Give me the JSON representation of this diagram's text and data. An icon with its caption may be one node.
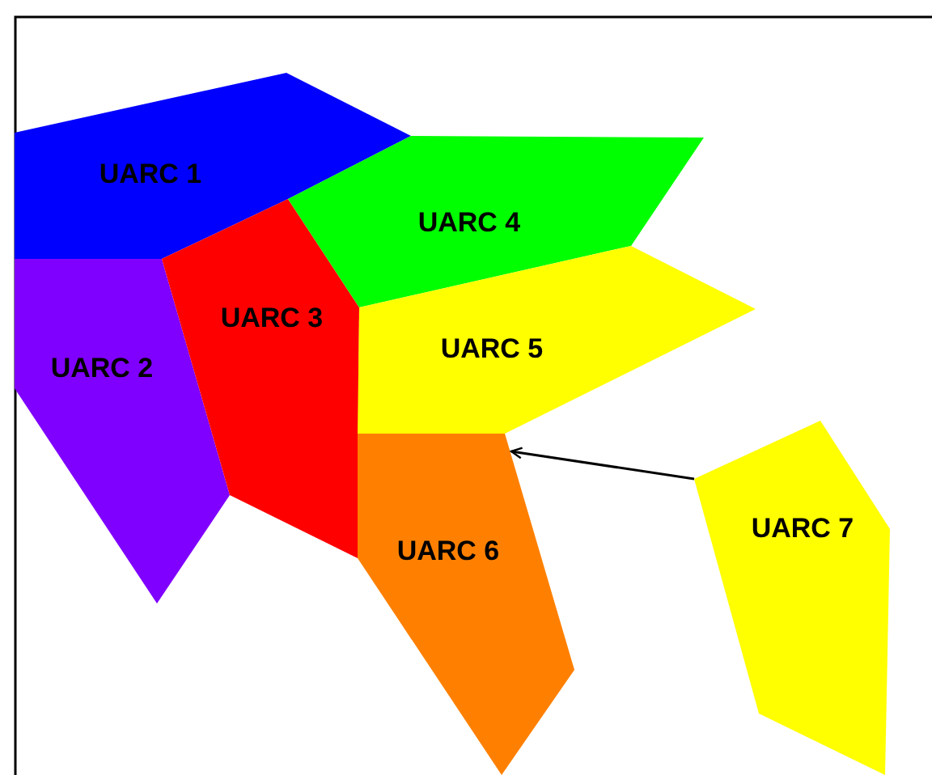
{
  "diagram": {
    "nodes": [
      {
        "text": [
          "UARC 1"
        ]
      },
      {
        "text": [
          "UARC 2"
        ]
      },
      {
        "text": [
          "UARC 3"
        ]
      },
      {
        "text": [
          "UARC 4"
        ]
      },
      {
        "text": [
          "UARC 5"
        ]
      },
      {
        "text": [
          "UARC 6"
        ]
      },
      {
        "text": [
          "UARC 7"
        ]
      }
    ],
    "edges": [
      {
        "from": 6,
        "to": 5,
        "arrow": "to"
      }
    ]
  }
}
